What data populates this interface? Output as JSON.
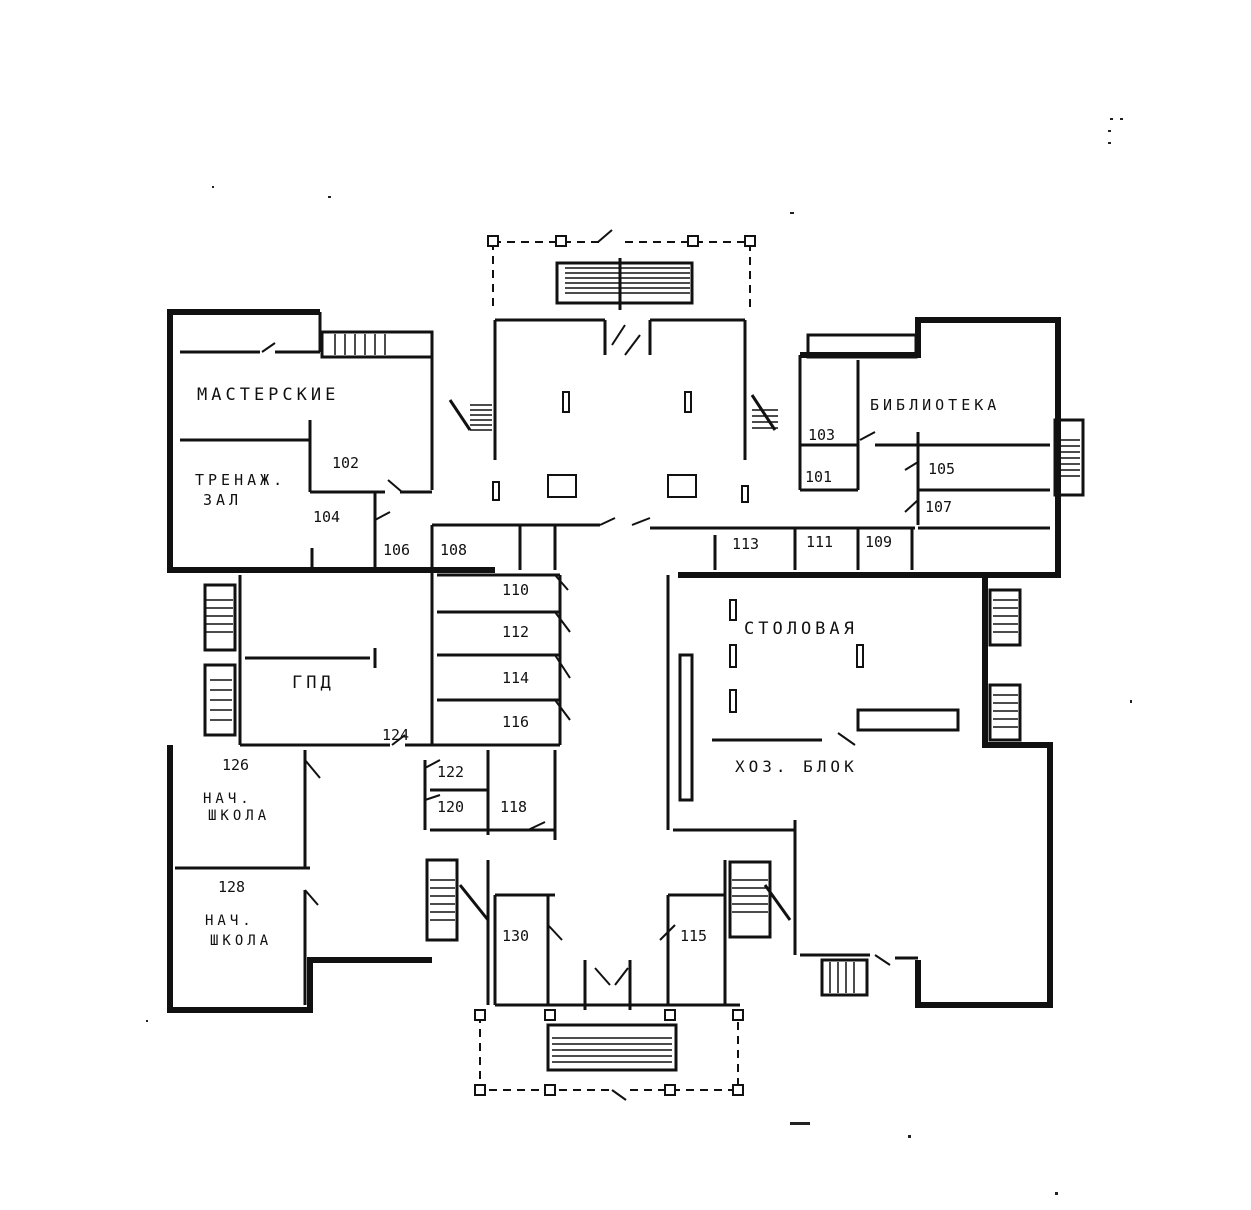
{
  "rooms": {
    "masterskie": "МАСТЕРСКИЕ",
    "trenazh": "ТРЕНАЖ.",
    "zal": "ЗАЛ",
    "biblioteka": "БИБЛИОТЕКА",
    "stolovaya": "СТОЛОВАЯ",
    "gpd": "ГПД",
    "hoz_blok": "ХОЗ. БЛОК",
    "nach1": "НАЧ.",
    "shkola1": "ШКОЛА",
    "nach2": "НАЧ.",
    "shkola2": "ШКОЛА"
  },
  "numbers": {
    "r101": "101",
    "r102": "102",
    "r103": "103",
    "r104": "104",
    "r105": "105",
    "r106": "106",
    "r107": "107",
    "r108": "108",
    "r109": "109",
    "r110": "110",
    "r111": "111",
    "r112": "112",
    "r113": "113",
    "r114": "114",
    "r115": "115",
    "r116": "116",
    "r118": "118",
    "r120": "120",
    "r122": "122",
    "r124": "124",
    "r126": "126",
    "r128": "128",
    "r130": "130"
  }
}
